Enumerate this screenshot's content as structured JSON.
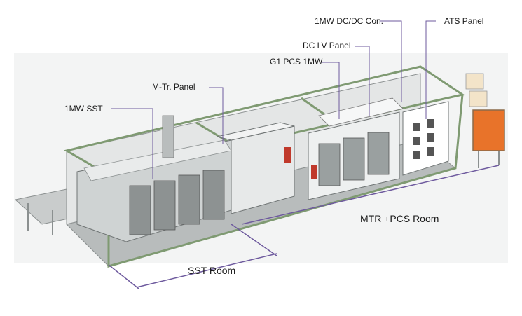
{
  "callouts": {
    "dcdc": "1MW DC/DC Con.",
    "ats": "ATS Panel",
    "dclv": "DC LV Panel",
    "g1pcs": "G1 PCS 1MW",
    "mtr_panel": "M-Tr. Panel",
    "sst": "1MW SST"
  },
  "rooms": {
    "mtr_pcs": "MTR +PCS Room",
    "sst": "SST Room"
  },
  "colors": {
    "leader": "#6e5a9e",
    "frame": "#7f9a72",
    "panel": "#d9dcdc",
    "accent": "#e8732a"
  }
}
